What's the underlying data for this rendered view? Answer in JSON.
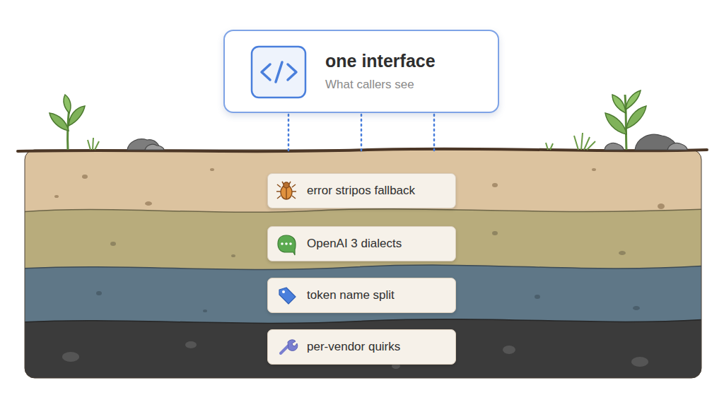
{
  "diagram": {
    "nodes": [
      {
        "text": [
          "one interface",
          "What callers see"
        ]
      },
      {
        "text": [
          "error stripos fallback"
        ]
      },
      {
        "text": [
          "OpenAI 3 dialects"
        ]
      },
      {
        "text": [
          "token name split"
        ]
      },
      {
        "text": [
          "per-vendor quirks"
        ]
      }
    ]
  }
}
